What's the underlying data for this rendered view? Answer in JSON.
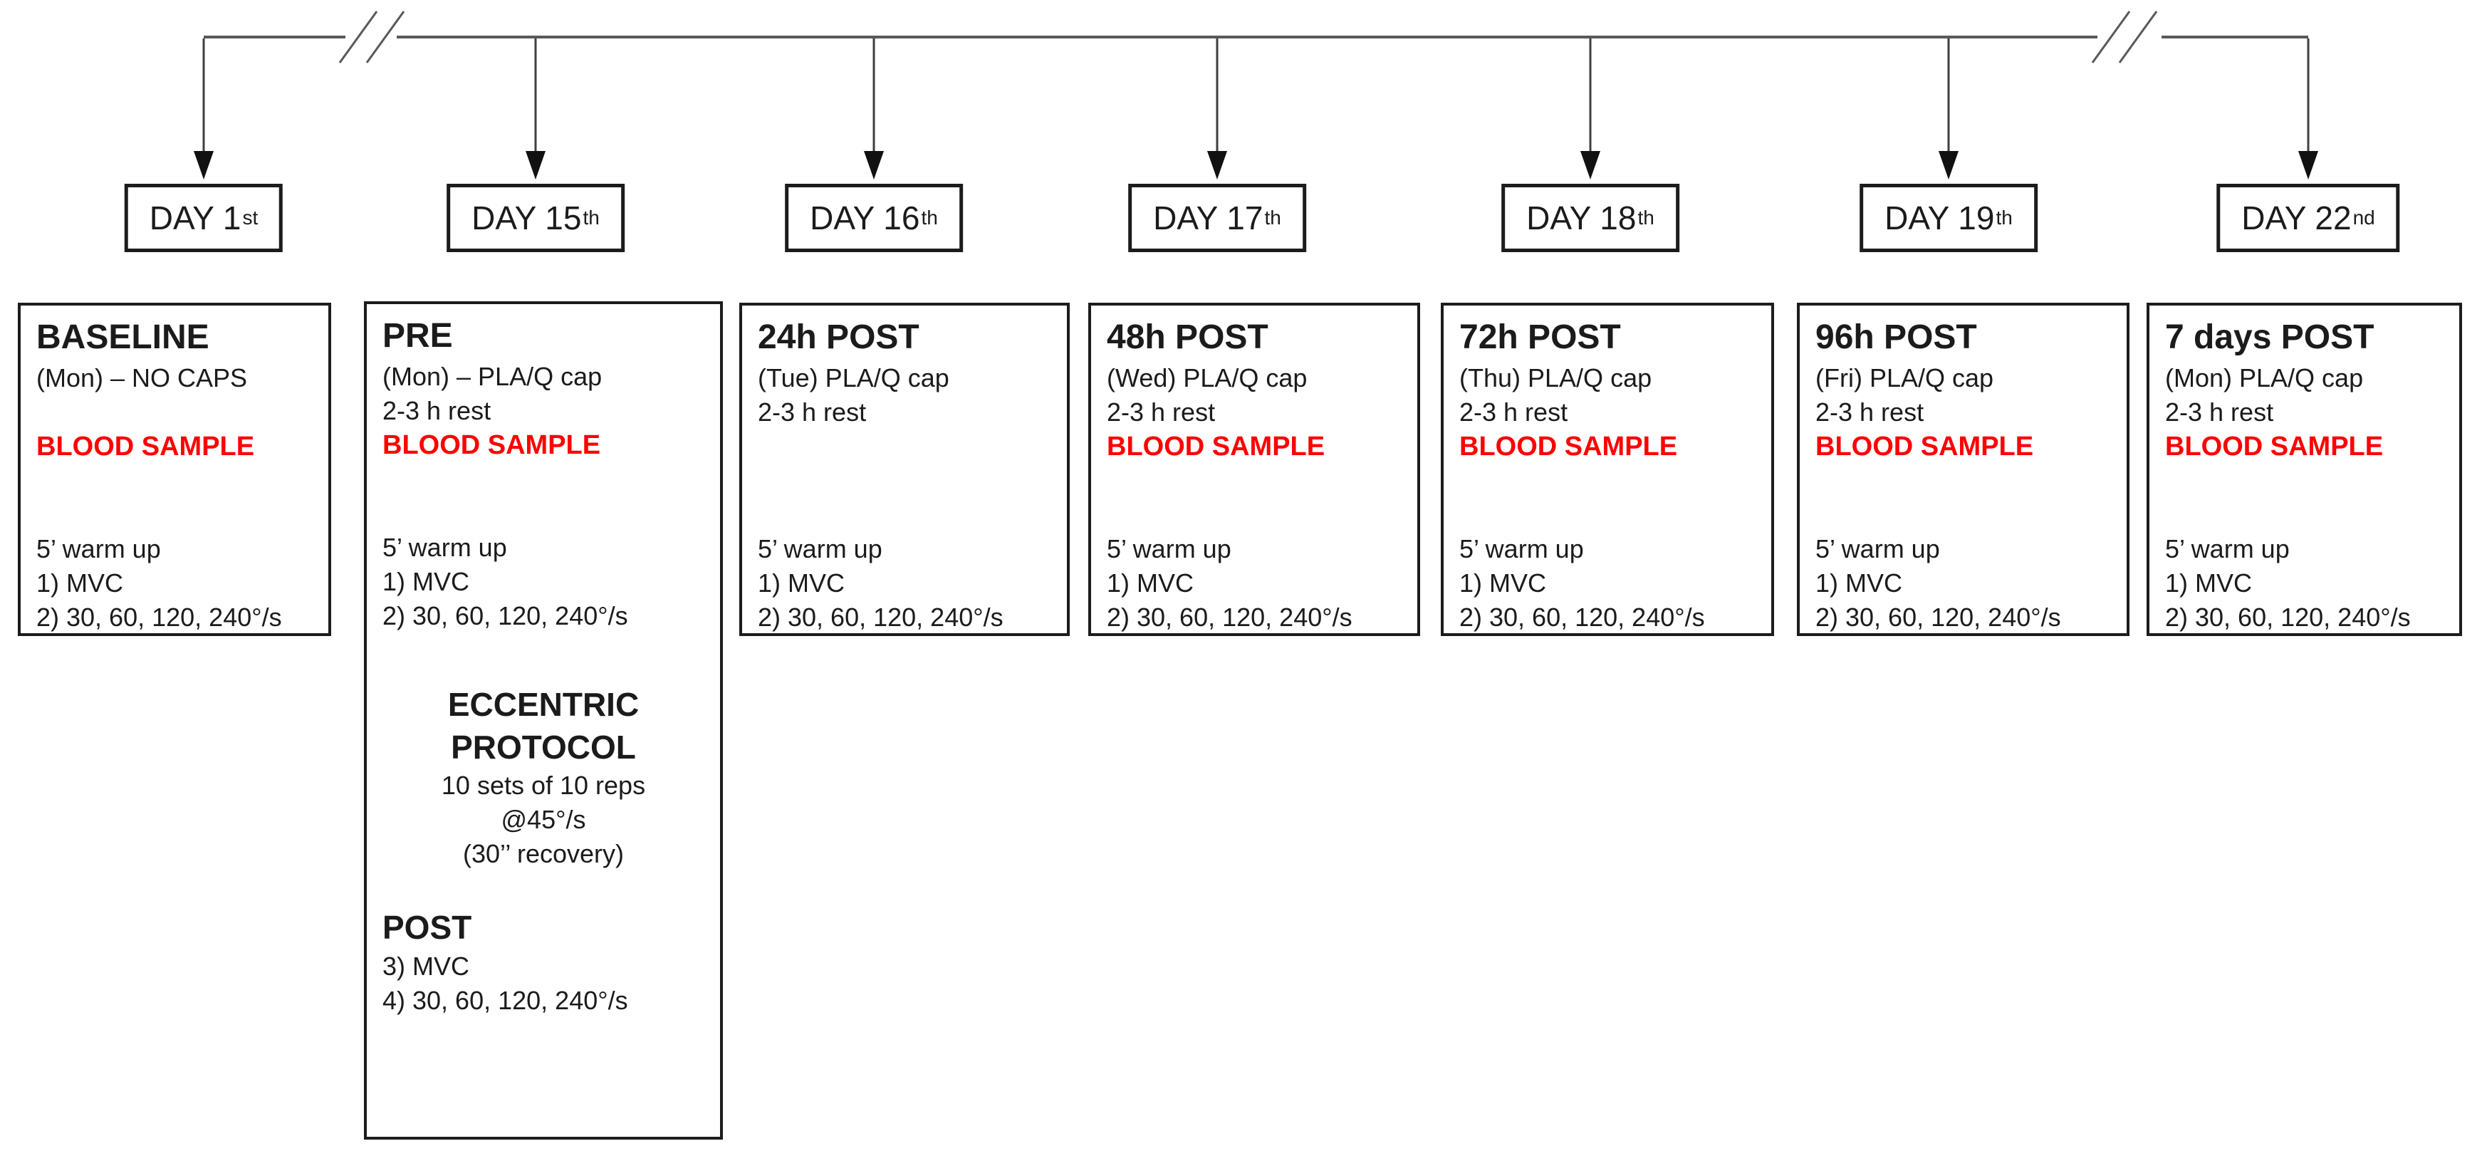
{
  "diagram": {
    "colors": {
      "blood_red": "#FF0000",
      "timeline_gray": "#595959",
      "text_black": "#1B1B1B"
    },
    "days": [
      {
        "text": "DAY 1",
        "sup": "st"
      },
      {
        "text": "DAY 15",
        "sup": "th"
      },
      {
        "text": "DAY 16",
        "sup": "th"
      },
      {
        "text": "DAY 17",
        "sup": "th"
      },
      {
        "text": "DAY 18",
        "sup": "th"
      },
      {
        "text": "DAY 19",
        "sup": "th"
      },
      {
        "text": "DAY 22",
        "sup": "nd"
      }
    ],
    "columns": [
      {
        "title": "BASELINE",
        "line1": "(Mon) – NO CAPS",
        "line2": "",
        "blood": "BLOOD SAMPLE",
        "warmup": "5’ warm up",
        "item1": "1) MVC",
        "item2": "2) 30, 60, 120, 240°/s"
      },
      {
        "title": "PRE",
        "line1": "(Mon) – PLA/Q cap",
        "line2": "2-3 h rest",
        "blood": "BLOOD SAMPLE",
        "warmup": "5’ warm up",
        "item1": "1) MVC",
        "item2": "2) 30, 60, 120, 240°/s",
        "protocol": {
          "heading1": "ECCENTRIC",
          "heading2": "PROTOCOL",
          "detail1": "10 sets of 10 reps",
          "detail2": "@45°/s",
          "detail3": "(30’’ recovery)",
          "post_title": "POST",
          "post_item1": "3) MVC",
          "post_item2": "4) 30, 60, 120, 240°/s"
        }
      },
      {
        "title": "24h POST",
        "line1": "(Tue) PLA/Q cap",
        "line2": "2-3 h rest",
        "blood": "",
        "warmup": "5’ warm up",
        "item1": "1) MVC",
        "item2": "2) 30, 60, 120, 240°/s"
      },
      {
        "title": "48h POST",
        "line1": "(Wed) PLA/Q cap",
        "line2": "2-3 h rest",
        "blood": "BLOOD SAMPLE",
        "warmup": "5’ warm up",
        "item1": "1) MVC",
        "item2": "2) 30, 60, 120, 240°/s"
      },
      {
        "title": "72h POST",
        "line1": "(Thu) PLA/Q cap",
        "line2": "2-3 h rest",
        "blood": "BLOOD SAMPLE",
        "warmup": "5’ warm up",
        "item1": "1) MVC",
        "item2": "2) 30, 60, 120, 240°/s"
      },
      {
        "title": "96h POST",
        "line1": "(Fri) PLA/Q cap",
        "line2": "2-3 h rest",
        "blood": "BLOOD SAMPLE",
        "warmup": "5’ warm up",
        "item1": "1) MVC",
        "item2": "2) 30, 60, 120, 240°/s"
      },
      {
        "title": "7 days POST",
        "line1": "(Mon) PLA/Q cap",
        "line2": "2-3 h rest",
        "blood": "BLOOD SAMPLE",
        "warmup": "5’ warm up",
        "item1": "1) MVC",
        "item2": "2) 30, 60, 120, 240°/s"
      }
    ]
  }
}
